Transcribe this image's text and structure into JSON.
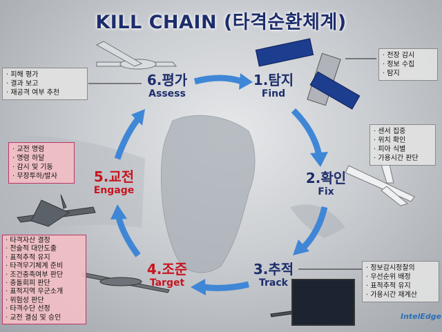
{
  "title": "KILL CHAIN (타격순환체계)",
  "stages": [
    {
      "num_ko": "1.탐지",
      "en": "Find",
      "color": "blue",
      "items": [
        "전장 감시",
        "정보 수집",
        "탐지"
      ]
    },
    {
      "num_ko": "2.확인",
      "en": "Fix",
      "color": "blue",
      "items": [
        "센서 집중",
        "위치 확인",
        "피아 식별",
        "가용시간 판단"
      ]
    },
    {
      "num_ko": "3.추적",
      "en": "Track",
      "color": "blue",
      "items": [
        "정보감시정찰의",
        "우선순위 배정",
        "표적추적 유지",
        "가용시간 재계산"
      ]
    },
    {
      "num_ko": "4.조준",
      "en": "Target",
      "color": "red",
      "items": [
        "타격자산 결정",
        "전술적 대안도출",
        "표적추적 유지",
        "타격무기체계 준비",
        "조건충족여부 판단",
        "충돌회피 판단",
        "표적지역 우군소개",
        "위험성 판단",
        "타격수단 선정",
        "교전 결심 및 승인"
      ]
    },
    {
      "num_ko": "5.교전",
      "en": "Engage",
      "color": "red",
      "items": [
        "교전 명령",
        "명령 하달",
        "감시 및 기동",
        "무장투하/발사"
      ]
    },
    {
      "num_ko": "6.평가",
      "en": "Assess",
      "color": "blue",
      "items": [
        "피해 평가",
        "결과 보고",
        "재공격 여부 추천"
      ]
    }
  ],
  "logo": "IntelEdge",
  "colors": {
    "blue_text": "#1d2d6b",
    "red_text": "#c8141e",
    "arrow": "#3f86d6"
  }
}
